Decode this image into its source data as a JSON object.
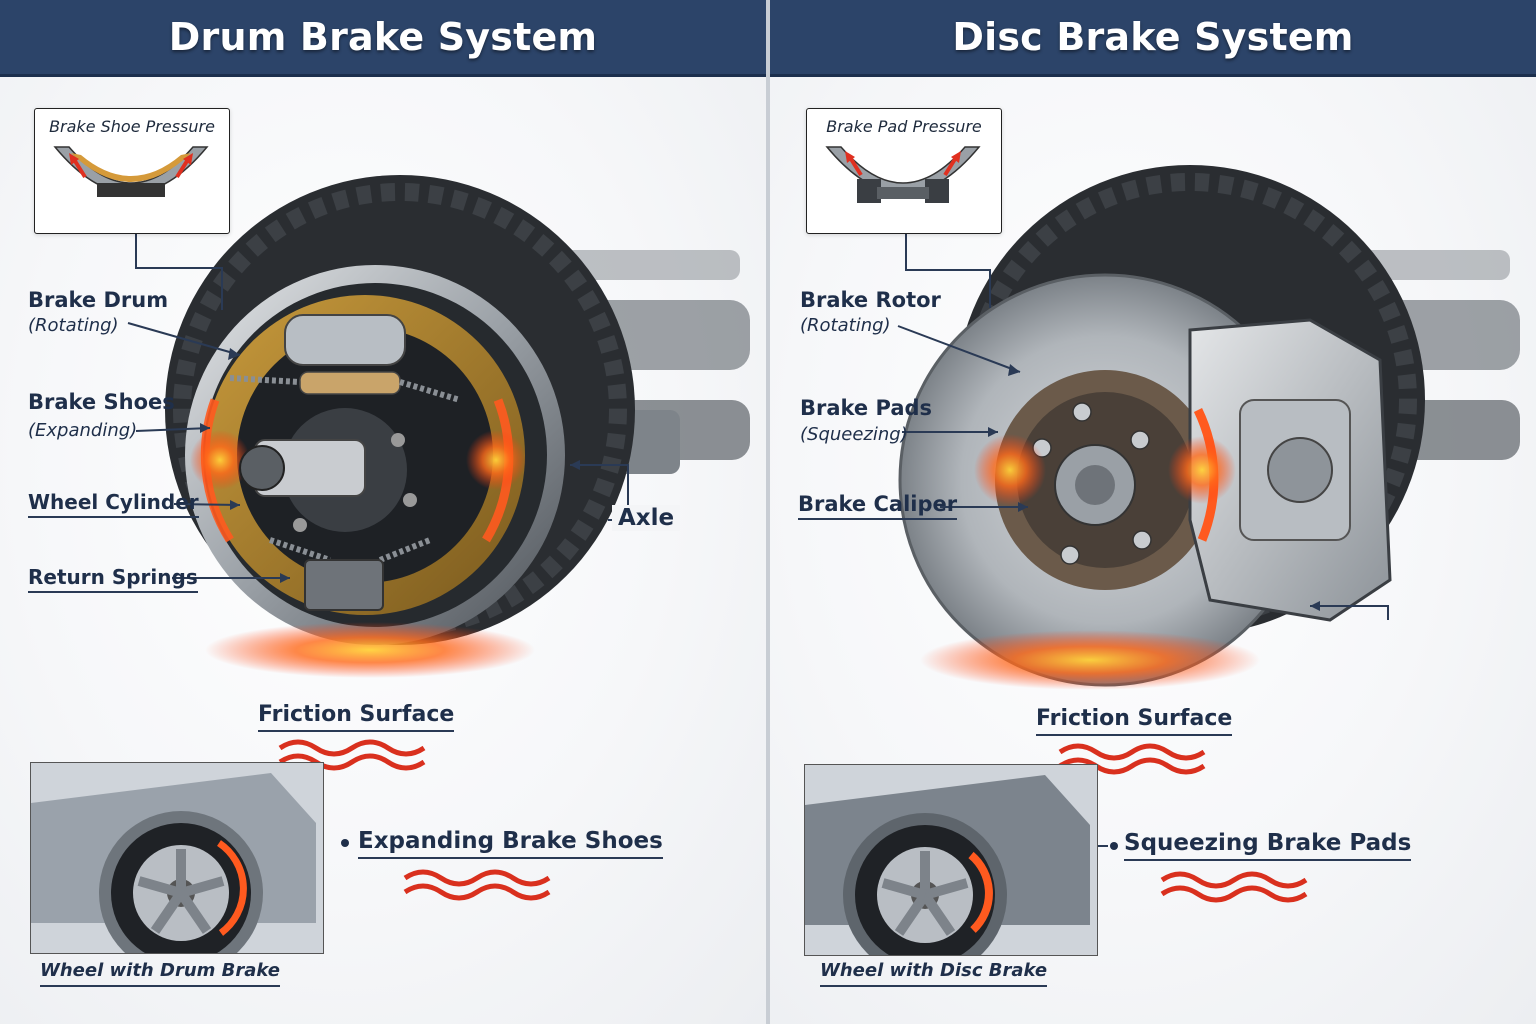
{
  "left": {
    "title": "Drum Brake System",
    "inset_title": "Brake Shoe Pressure",
    "labels": {
      "brake_drum": "Brake Drum",
      "brake_drum_sub": "(Rotating)",
      "brake_shoes": "Brake Shoes",
      "brake_shoes_sub": "(Expanding)",
      "wheel_cylinder": "Wheel Cylinder",
      "return_springs": "Return Springs",
      "axle": "Axle",
      "friction_surface": "Friction Surface",
      "feature": "Expanding Brake Shoes",
      "car_caption": "Wheel with Drum Brake"
    }
  },
  "right": {
    "title": "Disc Brake System",
    "inset_title": "Brake Pad Pressure",
    "labels": {
      "brake_rotor": "Brake Rotor",
      "brake_rotor_sub": "(Rotating)",
      "brake_pads": "Brake Pads",
      "brake_pads_sub": "(Squeezing)",
      "brake_caliper": "Brake Caliper",
      "friction_surface": "Friction Surface",
      "feature": "Squeezing Brake Pads",
      "car_caption": "Wheel with Disc Brake"
    }
  },
  "colors": {
    "header": "#2c4469",
    "label_text": "#1f2f4a",
    "heat": "#ff5a1f",
    "wave": "#d9301e"
  }
}
